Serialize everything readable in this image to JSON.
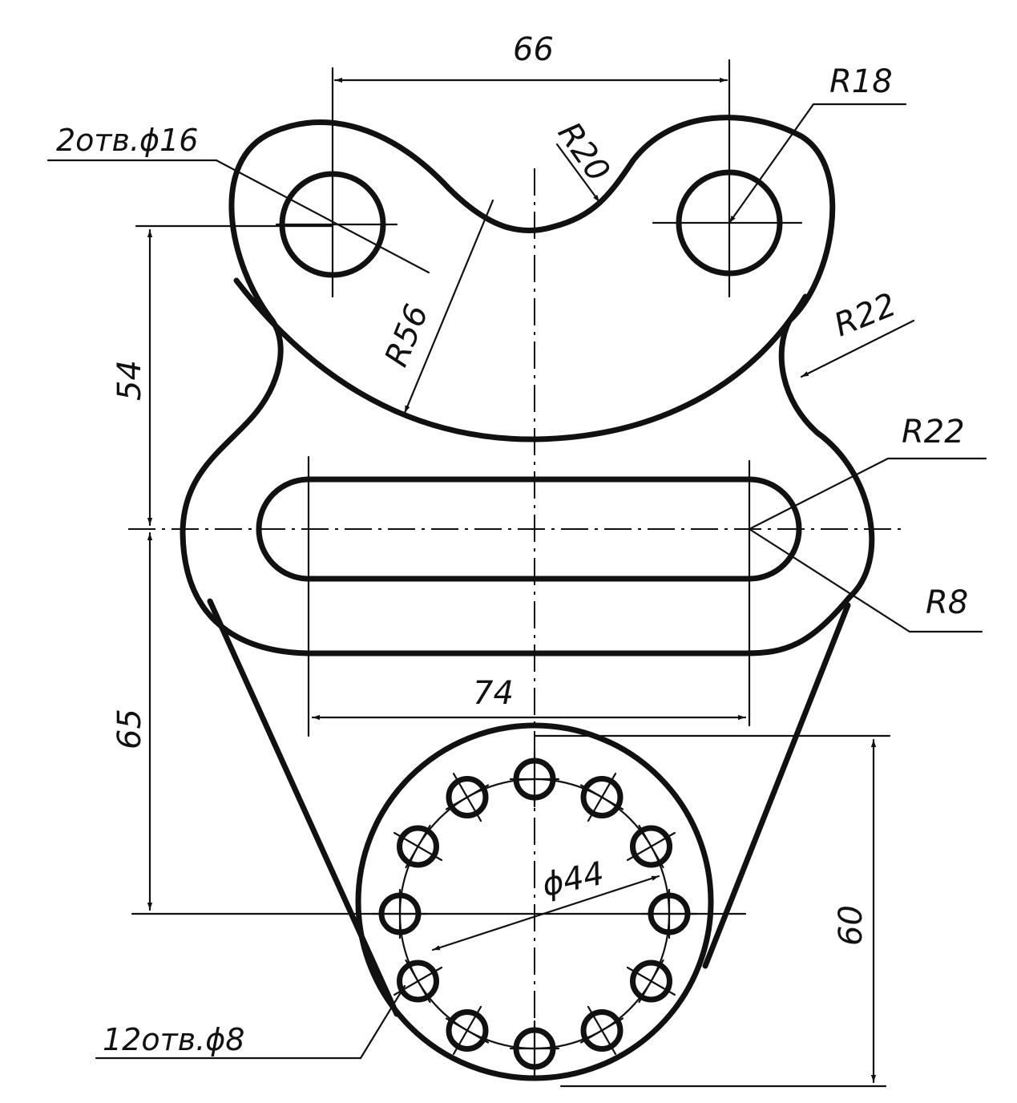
{
  "drawing": {
    "dimensions": {
      "center_distance": "66",
      "upper_arc_radius": "R18",
      "notch_radius": "R20",
      "inner_arc_radius": "R56",
      "waist_radius": "R22",
      "side_arc_radius": "R22",
      "slot_end_radius": "R8",
      "upper_height": "54",
      "lower_height": "65",
      "slot_length": "74",
      "bolt_circle_diameter": "ϕ44",
      "disc_height": "60"
    },
    "notes": {
      "upper_holes": "2отв.ϕ16",
      "small_holes": "12отв.ϕ8"
    },
    "hole_count_small": 12
  }
}
